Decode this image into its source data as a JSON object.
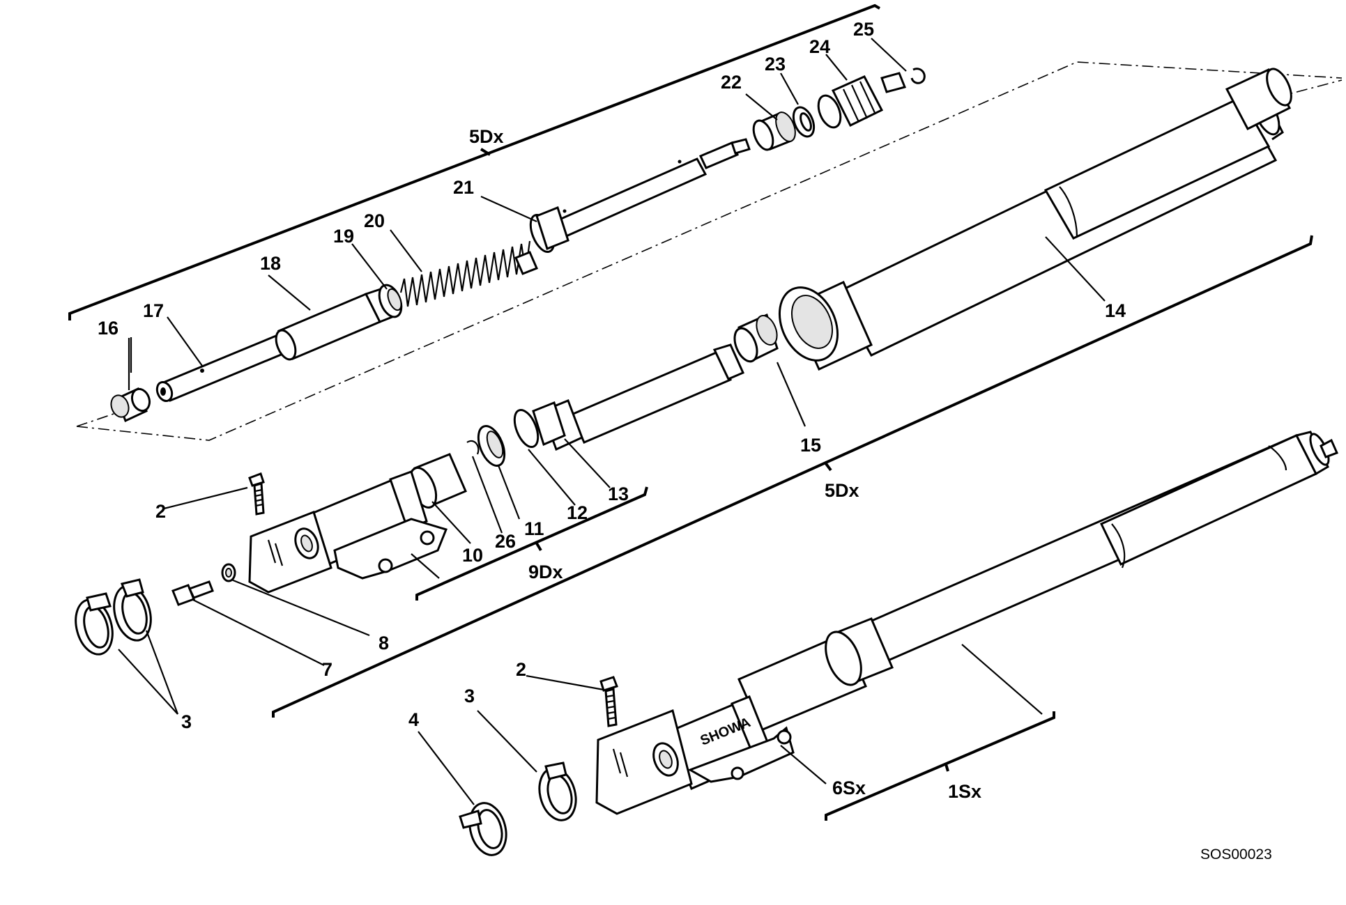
{
  "labels": {
    "p1Sx": "1Sx",
    "p2a": "2",
    "p2b": "2",
    "p3a": "3",
    "p3b": "3",
    "p4": "4",
    "p5Dx_a": "5Dx",
    "p5Dx_b": "5Dx",
    "p6Sx": "6Sx",
    "p7": "7",
    "p8": "8",
    "p9Dx": "9Dx",
    "p10": "10",
    "p11": "11",
    "p12": "12",
    "p13": "13",
    "p14": "14",
    "p15": "15",
    "p16": "16",
    "p17": "17",
    "p18": "18",
    "p19": "19",
    "p20": "20",
    "p21": "21",
    "p22": "22",
    "p23": "23",
    "p24": "24",
    "p25": "25",
    "p26": "26"
  },
  "brand_text": "SHOWA",
  "drawing_code": "SOS00023"
}
